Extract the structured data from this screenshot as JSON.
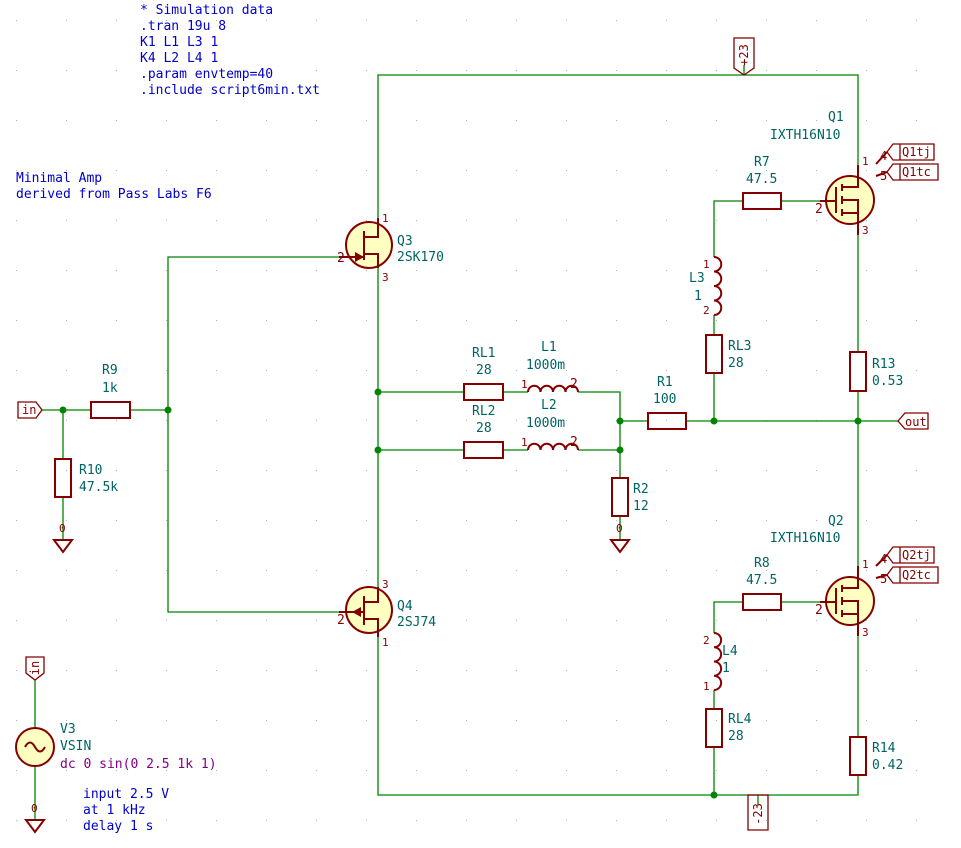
{
  "notes": {
    "simulation": [
      "* Simulation data",
      ".tran 19u 8",
      "K1 L1 L3 1",
      "K4 L2 L4 1",
      ".param envtemp=40",
      ".include script6min.txt"
    ],
    "title": [
      "Minimal Amp",
      "derived from Pass Labs F6"
    ],
    "input": [
      "input 2.5 V",
      "at 1 kHz",
      "delay 1 s"
    ]
  },
  "labels": {
    "vplus": "+23",
    "vminus": "-23",
    "in": "in",
    "in2": "in",
    "out": "out",
    "q1tj": "Q1tj",
    "q1tc": "Q1tc",
    "q2tj": "Q2tj",
    "q2tc": "Q2tc"
  },
  "components": {
    "Q1": {
      "ref": "Q1",
      "value": "IXTH16N10"
    },
    "Q2": {
      "ref": "Q2",
      "value": "IXTH16N10"
    },
    "Q3": {
      "ref": "Q3",
      "value": "2SK170"
    },
    "Q4": {
      "ref": "Q4",
      "value": "2SJ74"
    },
    "R1": {
      "ref": "R1",
      "value": "100"
    },
    "R2": {
      "ref": "R2",
      "value": "12"
    },
    "R7": {
      "ref": "R7",
      "value": "47.5"
    },
    "R8": {
      "ref": "R8",
      "value": "47.5"
    },
    "R9": {
      "ref": "R9",
      "value": "1k"
    },
    "R10": {
      "ref": "R10",
      "value": "47.5k"
    },
    "R13": {
      "ref": "R13",
      "value": "0.53"
    },
    "R14": {
      "ref": "R14",
      "value": "0.42"
    },
    "RL1": {
      "ref": "RL1",
      "value": "28"
    },
    "RL2": {
      "ref": "RL2",
      "value": "28"
    },
    "RL3": {
      "ref": "RL3",
      "value": "28"
    },
    "RL4": {
      "ref": "RL4",
      "value": "28"
    },
    "L1": {
      "ref": "L1",
      "value": "1000m"
    },
    "L2": {
      "ref": "L2",
      "value": "1000m"
    },
    "L3": {
      "ref": "L3",
      "value": "1"
    },
    "L4": {
      "ref": "L4",
      "value": "1"
    },
    "V3": {
      "ref": "V3",
      "value": "VSIN",
      "spec": "dc 0 sin(0 2.5 1k 1)"
    }
  },
  "pins": {
    "one": "1",
    "two": "2",
    "three": "3",
    "four": "4",
    "five": "5",
    "zero": "0"
  }
}
